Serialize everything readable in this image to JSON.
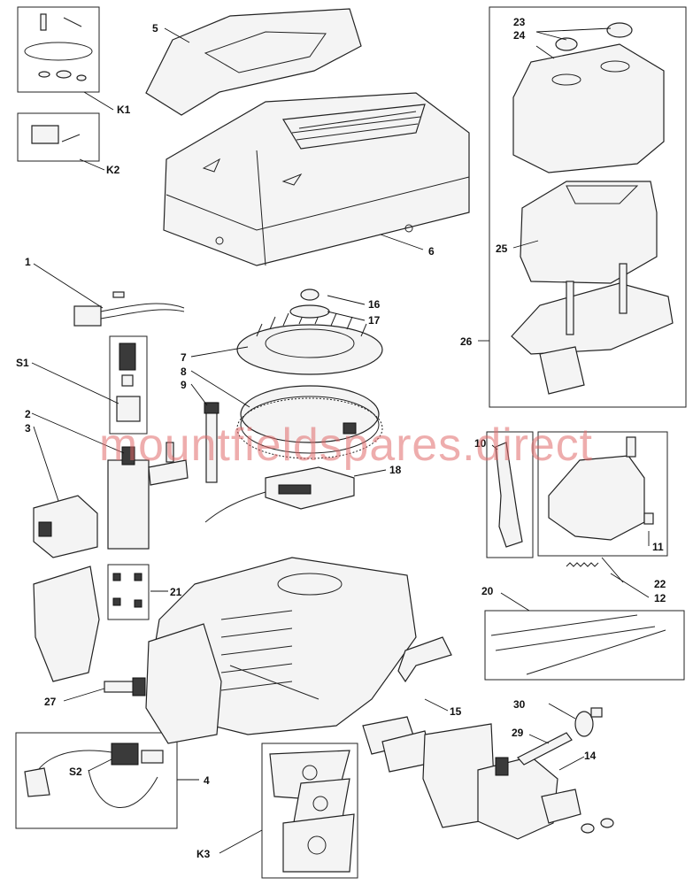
{
  "watermark": "mountfieldspares.direct",
  "callouts": {
    "k1": "K1",
    "k2": "K2",
    "k3": "K3",
    "s1": "S1",
    "s2": "S2",
    "n1": "1",
    "n2": "2",
    "n3": "3",
    "n4": "4",
    "n5": "5",
    "n6": "6",
    "n7": "7",
    "n8": "8",
    "n9": "9",
    "n10": "10",
    "n11": "11",
    "n12": "12",
    "n14": "14",
    "n15": "15",
    "n16": "16",
    "n17": "17",
    "n18": "18",
    "n20": "20",
    "n21": "21",
    "n22": "22",
    "n23": "23",
    "n24": "24",
    "n25": "25",
    "n26": "26",
    "n27": "27",
    "n29": "29",
    "n30": "30"
  }
}
